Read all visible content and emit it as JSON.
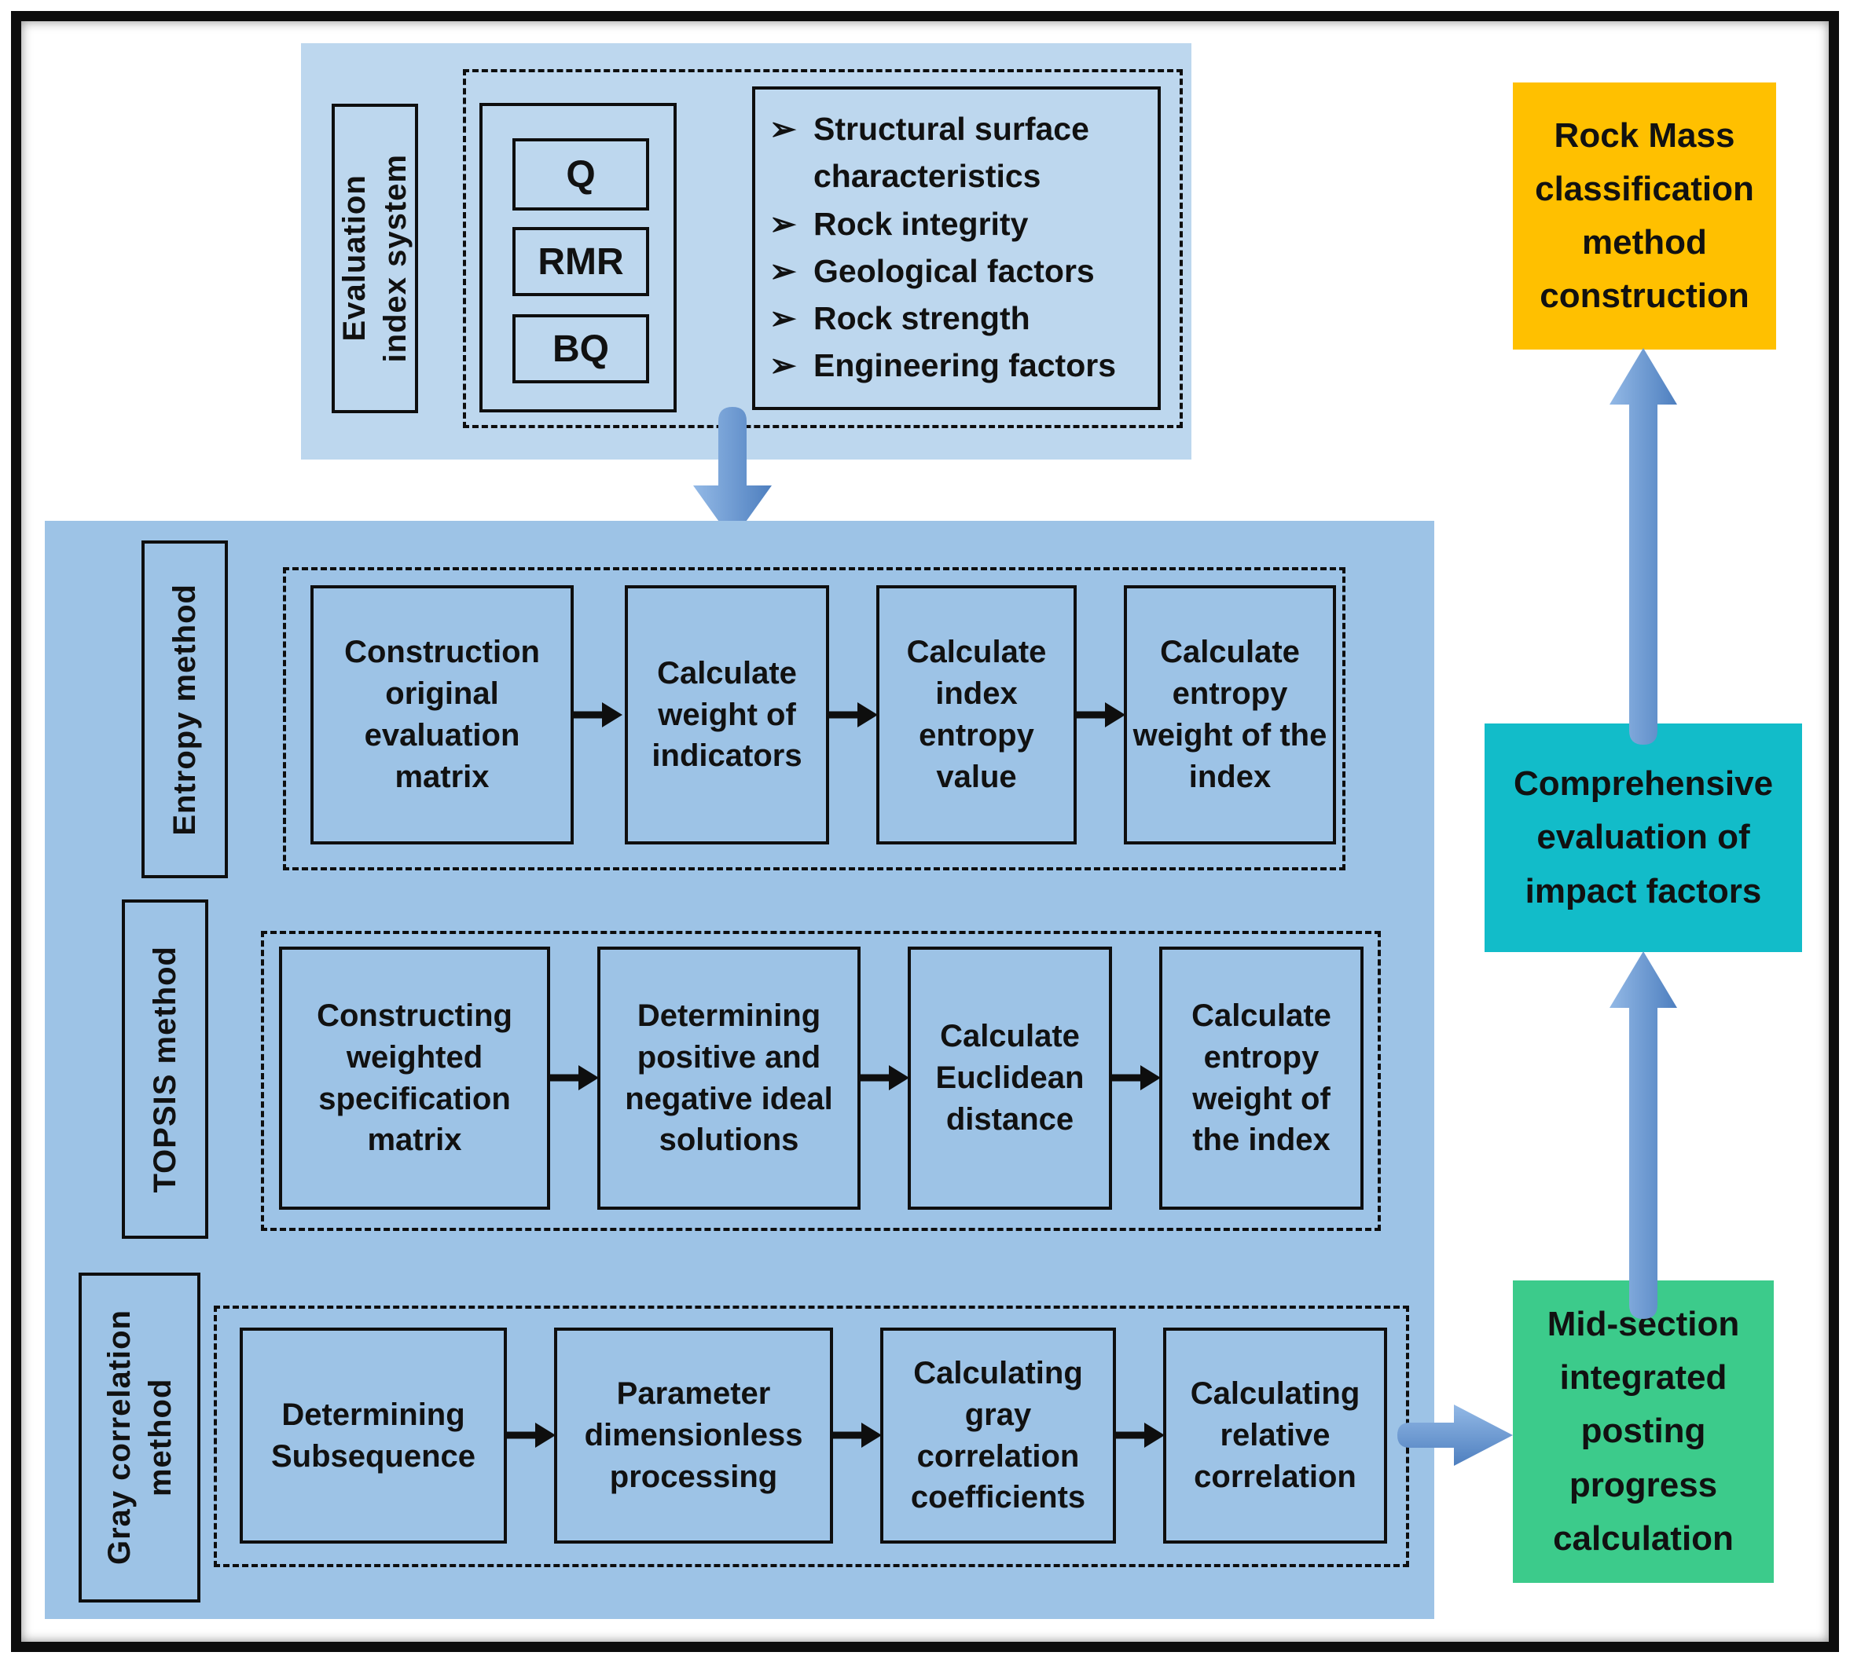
{
  "colors": {
    "top_panel": "#BDD7EE",
    "mid_panel": "#9DC3E6",
    "rock_mass_box": "#FFC000",
    "comprehensive_box": "#12BCC9",
    "mid_section_box": "#3CCB8B",
    "arrow_light": "#93B9E6",
    "arrow_dark": "#4E7FBF",
    "line": "#0E0E0E"
  },
  "evaluation_section": {
    "label": "Evaluation\nindex system",
    "index_systems": [
      "Q",
      "RMR",
      "BQ"
    ],
    "bullet": "➢",
    "factors": [
      "Structural surface characteristics",
      "Rock integrity",
      "Geological factors",
      "Rock strength",
      "Engineering factors"
    ]
  },
  "methods": [
    {
      "label": "Entropy method",
      "steps": [
        "Construction original evaluation matrix",
        "Calculate weight of indicators",
        "Calculate index entropy value",
        "Calculate entropy weight of the index"
      ]
    },
    {
      "label": "TOPSIS method",
      "steps": [
        "Constructing weighted specification matrix",
        "Determining positive and negative ideal solutions",
        "Calculate Euclidean distance",
        "Calculate entropy weight of the index"
      ]
    },
    {
      "label": "Gray correlation\nmethod",
      "steps": [
        "Determining Subsequence",
        "Parameter dimensionless processing",
        "Calculating gray correlation coefficients",
        "Calculating relative correlation"
      ]
    }
  ],
  "outputs": {
    "rock_mass": "Rock Mass classification method construction",
    "comprehensive": "Comprehensive evaluation of impact factors",
    "mid_section": "Mid-section integrated posting progress calculation"
  }
}
